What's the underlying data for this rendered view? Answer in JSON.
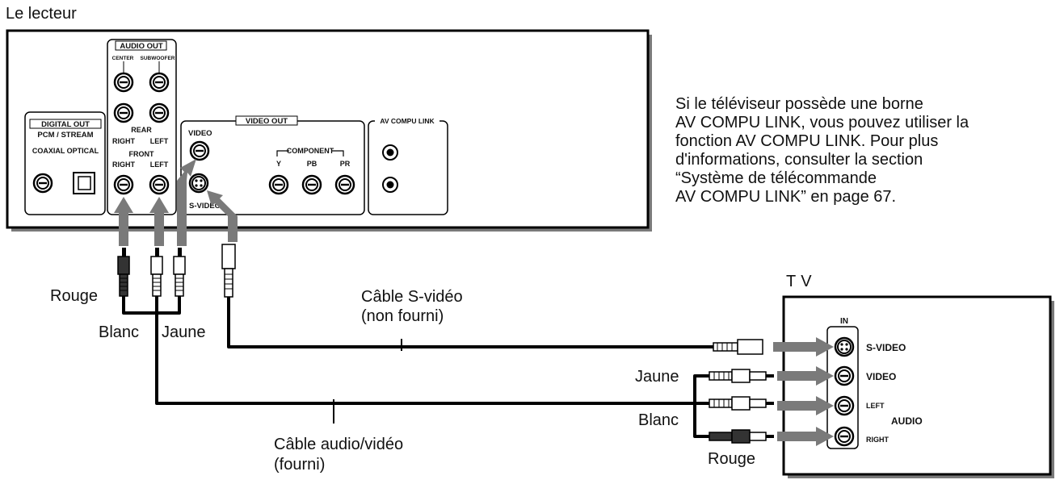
{
  "player": {
    "title": "Le lecteur",
    "audio_out": {
      "title": "AUDIO OUT",
      "center": "CENTER",
      "subwoofer": "SUBWOOFER",
      "rear": "REAR",
      "right": "RIGHT",
      "left": "LEFT",
      "front": "FRONT",
      "front_right": "RIGHT",
      "front_left": "LEFT"
    },
    "digital_out": {
      "title": "DIGITAL OUT",
      "pcm": "PCM / STREAM",
      "coaxial_optical": "COAXIAL OPTICAL"
    },
    "video_out": {
      "title": "VIDEO OUT",
      "video": "VIDEO",
      "svideo": "S-VIDEO",
      "component": "COMPONENT",
      "y": "Y",
      "pb": "PB",
      "pr": "PR"
    },
    "av_compu_link": "AV COMPU LINK"
  },
  "tv": {
    "title": "TV",
    "in": "IN",
    "svideo": "S-VIDEO",
    "video": "VIDEO",
    "left": "LEFT",
    "audio": "AUDIO",
    "right": "RIGHT"
  },
  "labels": {
    "rouge": "Rouge",
    "blanc": "Blanc",
    "jaune": "Jaune",
    "svideo_cable_1": "Câble S-vidéo",
    "svideo_cable_2": "(non fourni)",
    "av_cable_1": "Câble audio/vidéo",
    "av_cable_2": "(fourni)",
    "tv_jaune": "Jaune",
    "tv_blanc": "Blanc",
    "tv_rouge": "Rouge"
  },
  "note_lines": [
    "Si le téléviseur possède une borne",
    "AV COMPU LINK, vous pouvez utiliser la",
    "fonction AV COMPU LINK. Pour plus",
    "d'informations, consulter la section",
    "“Système de télécommande",
    "AV COMPU LINK” en page 67."
  ]
}
